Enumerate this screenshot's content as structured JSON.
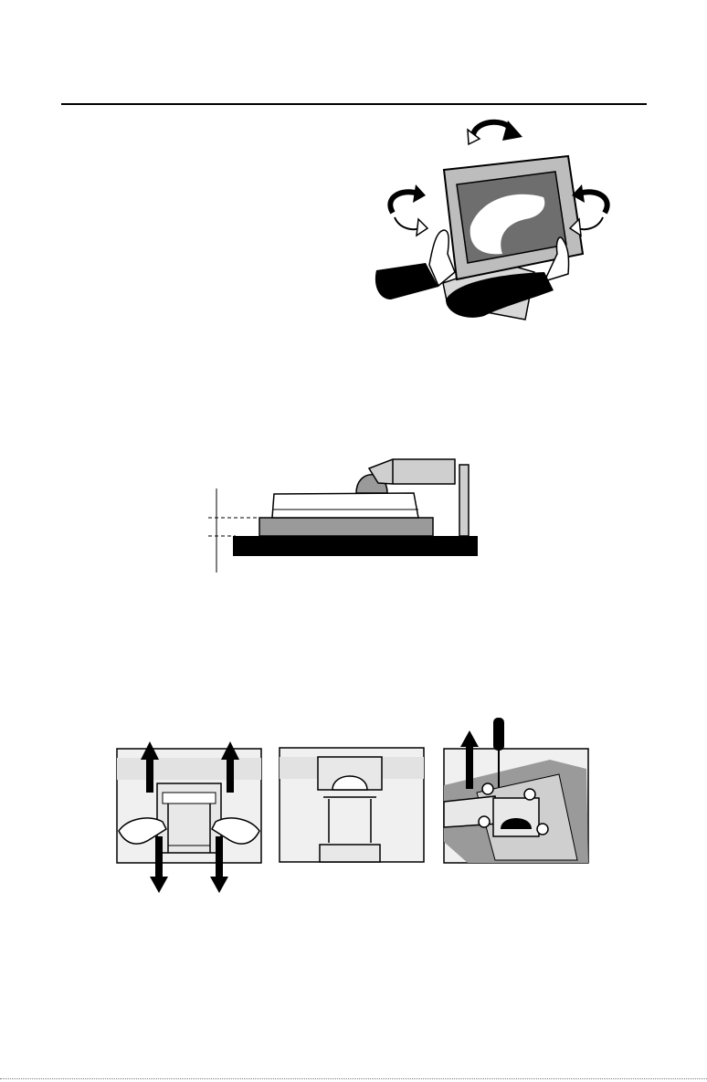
{
  "figures": {
    "rotate": {
      "icon": "monitor-tilt-swivel-illustration"
    },
    "side": {
      "icon": "monitor-base-side-view-illustration"
    },
    "panels": [
      {
        "icon": "stand-release-hands-illustration"
      },
      {
        "icon": "stand-rear-view-illustration"
      },
      {
        "icon": "stand-screw-removal-illustration"
      }
    ]
  },
  "colors": {
    "ink": "#000000",
    "dark_gray": "#6e6e6e",
    "mid_gray": "#9a9a9a",
    "light_gray": "#cfcfcf",
    "panel_bg": "#f0f0f0"
  }
}
